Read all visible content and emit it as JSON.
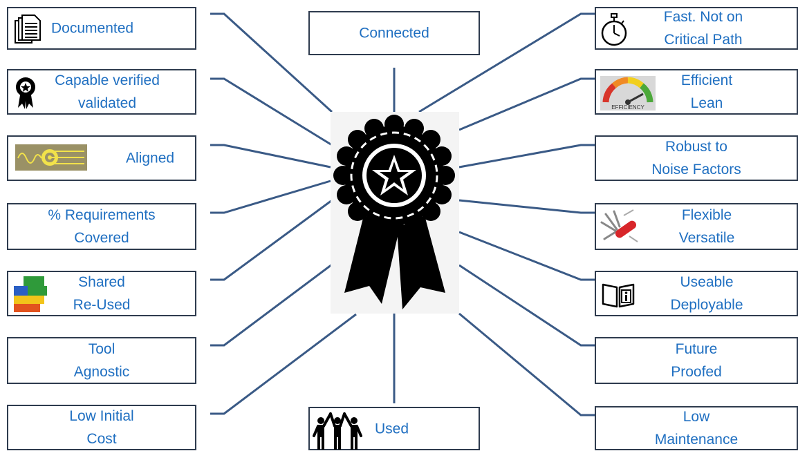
{
  "center": {
    "icon": "award-ribbon-icon"
  },
  "left_boxes": [
    {
      "lines": [
        "Documented"
      ],
      "icon": "document-stack-icon"
    },
    {
      "lines": [
        "Capable verified",
        "validated"
      ],
      "icon": "award-medal-icon"
    },
    {
      "lines": [
        "Aligned"
      ],
      "icon": "target-arrows-icon"
    },
    {
      "lines": [
        "% Requirements",
        "Covered"
      ],
      "icon": ""
    },
    {
      "lines": [
        "Shared",
        "Re-Used"
      ],
      "icon": "building-blocks-icon"
    },
    {
      "lines": [
        "Tool",
        "Agnostic"
      ],
      "icon": ""
    },
    {
      "lines": [
        "Low Initial",
        "Cost"
      ],
      "icon": ""
    }
  ],
  "top_box": {
    "lines": [
      "Connected"
    ]
  },
  "bottom_box": {
    "lines": [
      "Used"
    ],
    "icon": "team-celebrating-icon"
  },
  "right_boxes": [
    {
      "lines": [
        "Fast. Not on",
        "Critical Path"
      ],
      "icon": "stopwatch-icon"
    },
    {
      "lines": [
        "Efficient",
        "Lean"
      ],
      "icon": "efficiency-gauge-icon"
    },
    {
      "lines": [
        "Robust to",
        "Noise Factors"
      ],
      "icon": ""
    },
    {
      "lines": [
        "Flexible",
        "Versatile"
      ],
      "icon": "multitool-icon"
    },
    {
      "lines": [
        "Useable",
        "Deployable"
      ],
      "icon": "info-manual-icon"
    },
    {
      "lines": [
        "Future",
        "Proofed"
      ],
      "icon": ""
    },
    {
      "lines": [
        "Low",
        "Maintenance"
      ],
      "icon": ""
    }
  ],
  "gauge_label": "EFFICIENCY",
  "colors": {
    "text": "#1f6fc1",
    "border": "#2e3b4e",
    "connector": "#3a5a86"
  }
}
